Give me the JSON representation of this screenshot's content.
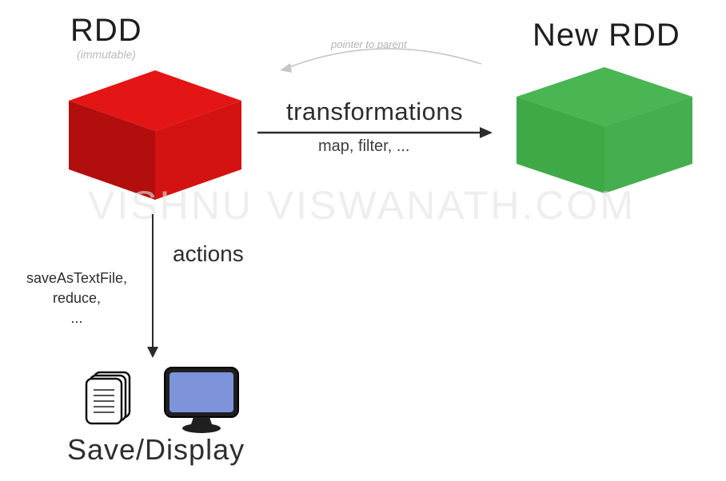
{
  "diagram": {
    "rdd": {
      "title": "RDD",
      "subtitle": "(immutable)"
    },
    "new_rdd": {
      "title": "New RDD"
    },
    "pointer": {
      "label": "pointer to parent"
    },
    "transformations": {
      "label": "transformations",
      "examples": "map, filter, ..."
    },
    "actions": {
      "label": "actions",
      "example1": "saveAsTextFile,",
      "example2": "reduce,",
      "example3": "..."
    },
    "output": {
      "label": "Save/Display"
    }
  },
  "watermark": "VISHNU VISWANATH.COM",
  "icons": {
    "documents": "documents-icon",
    "monitor": "monitor-icon"
  },
  "colors": {
    "red_top": "#e31515",
    "red_left": "#b20e0e",
    "red_right": "#d41212",
    "green_top": "#4ab553",
    "green_left": "#3fa948",
    "green_right": "#45ae4e",
    "monitor_frame": "#1f1f1f",
    "monitor_screen": "#7e94da",
    "arrow_dark": "#2b2b2b",
    "arrow_gray": "#c6c6c6"
  }
}
